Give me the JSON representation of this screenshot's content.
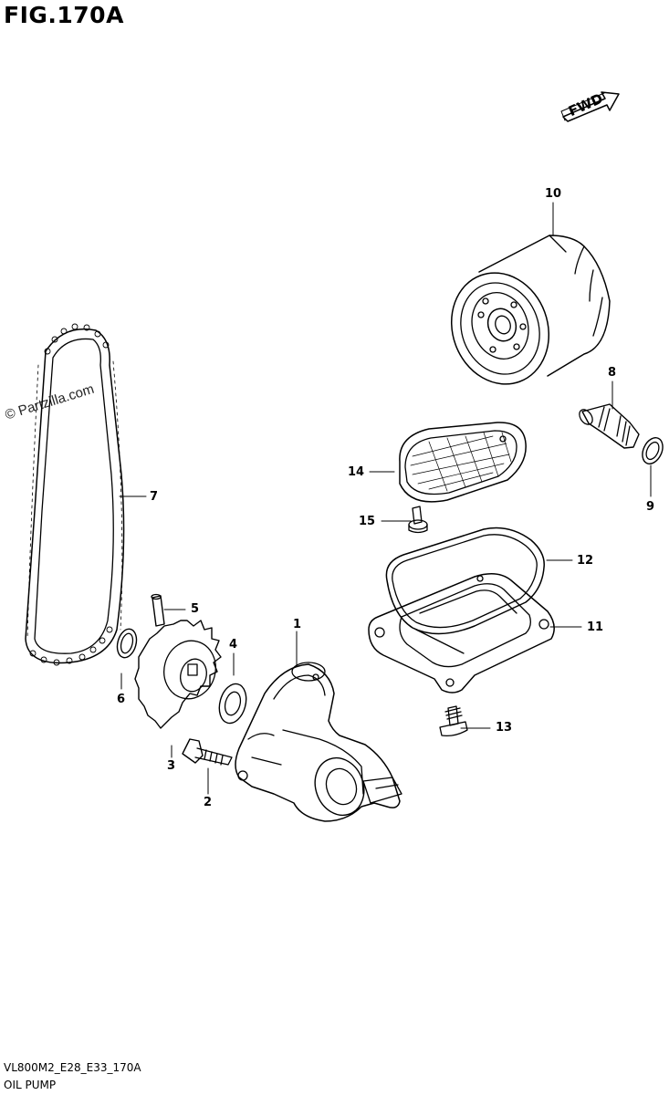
{
  "figure": {
    "title": "FIG.170A"
  },
  "watermark": "© Partzilla.com",
  "orientation": {
    "label": "FWD"
  },
  "callouts": {
    "p1": "1",
    "p2": "2",
    "p3": "3",
    "p4": "4",
    "p5": "5",
    "p6": "6",
    "p7": "7",
    "p8": "8",
    "p9": "9",
    "p10": "10",
    "p11": "11",
    "p12": "12",
    "p13": "13",
    "p14": "14",
    "p15": "15"
  },
  "footer": {
    "code": "VL800M2_E28_E33_170A",
    "caption": "OIL PUMP"
  }
}
